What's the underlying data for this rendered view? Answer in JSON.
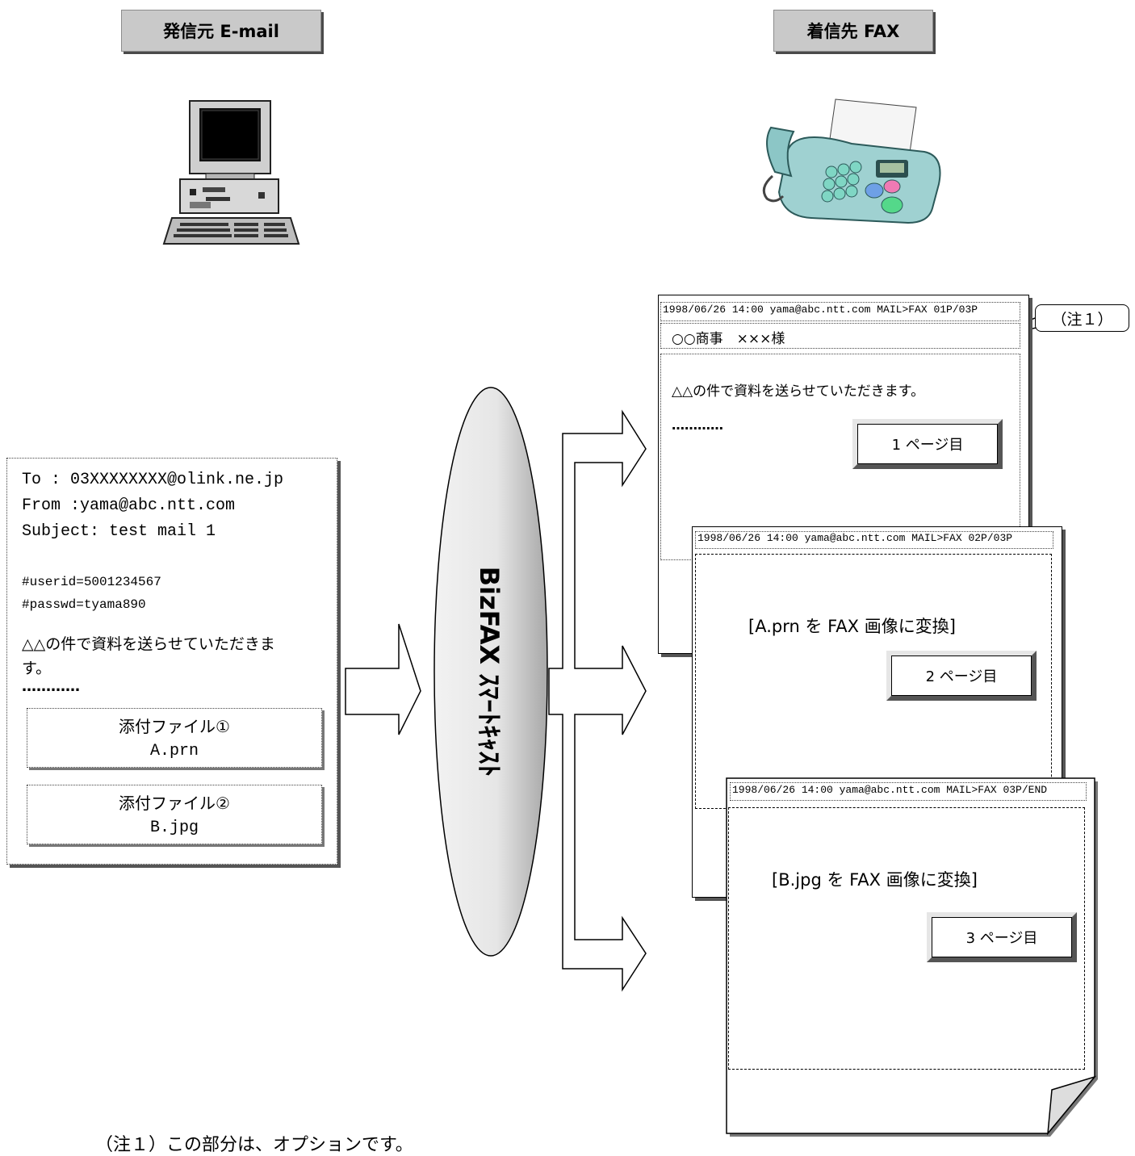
{
  "headers": {
    "sender": "発信元 E-mail",
    "receiver": "着信先 FAX"
  },
  "email": {
    "to": "To : 03XXXXXXXX@olink.ne.jp",
    "from": "From :yama@abc.ntt.com",
    "subject": "Subject:  test mail 1",
    "userid": "#userid=5001234567",
    "passwd": "#passwd=tyama890",
    "body_line1": "△△の件で資料を送らせていただきま",
    "body_line2": "す。",
    "ellipsis": "…………",
    "attachment1_title": "添付ファイル①",
    "attachment1_file": "A.prn",
    "attachment2_title": "添付ファイル②",
    "attachment2_file": "B.jpg"
  },
  "service_label": "BizFAX ｽﾏｰﾄｷｬｽﾄ",
  "fax_pages": [
    {
      "header": "1998/06/26 14:00 yama@abc.ntt.com MAIL>FAX 01P/03P",
      "addressee": "○○商事　×××様",
      "body": "△△の件で資料を送らせていただきます。",
      "ellipsis": "…………",
      "page_label": "1 ページ目"
    },
    {
      "header": "1998/06/26 14:00 yama@abc.ntt.com MAIL>FAX 02P/03P",
      "body": "[A.prn を FAX 画像に変換]",
      "page_label": "2 ページ目"
    },
    {
      "header": "1998/06/26 14:00 yama@abc.ntt.com MAIL>FAX 03P/END",
      "body": "[B.jpg を FAX 画像に変換]",
      "page_label": "3 ページ目"
    }
  ],
  "callout": "（注１）",
  "footnote": "（注１）この部分は、オプションです。"
}
